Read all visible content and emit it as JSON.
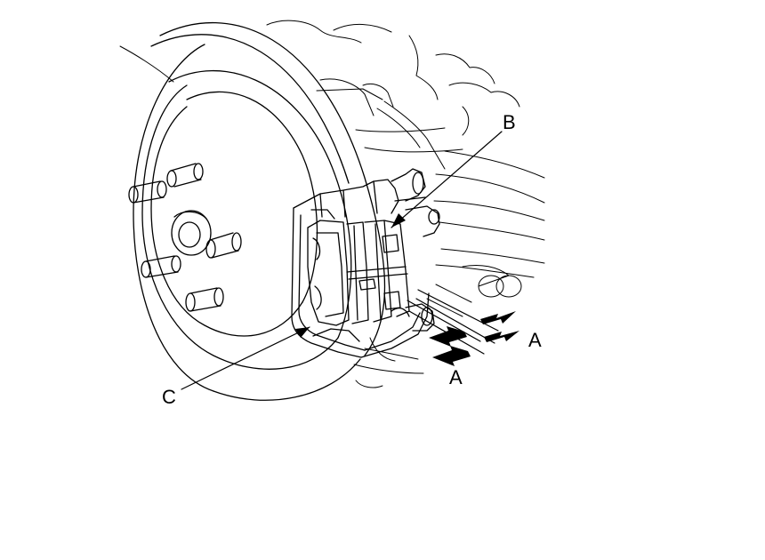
{
  "diagram": {
    "labels": {
      "b": "B",
      "c": "C",
      "a_upper": "A",
      "a_lower": "A"
    },
    "colors": {
      "line": "#000000",
      "background": "#ffffff"
    }
  }
}
